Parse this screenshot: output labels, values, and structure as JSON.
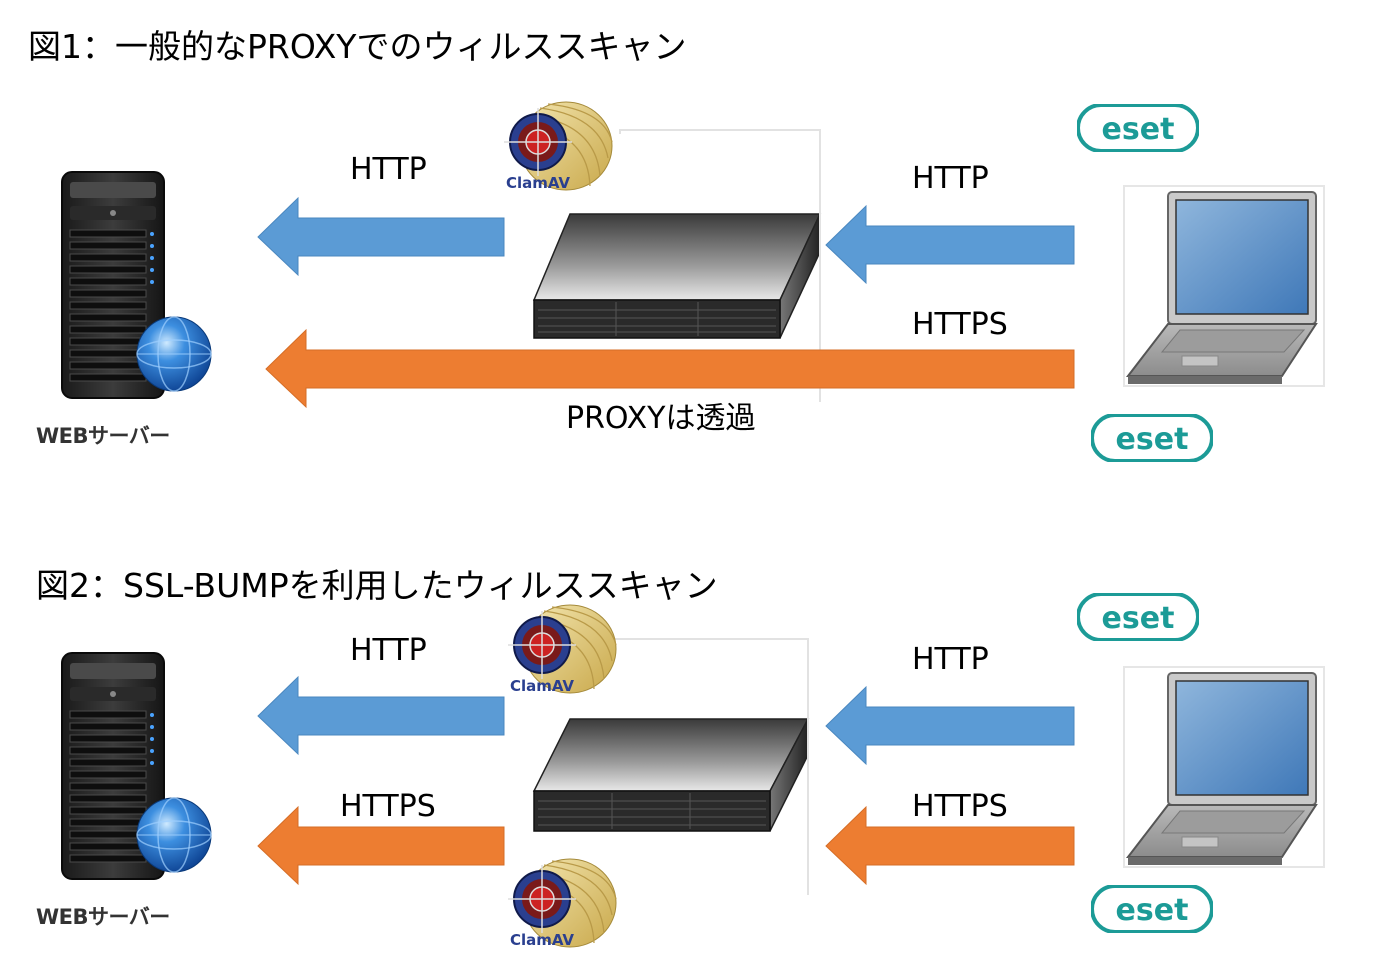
{
  "figures": [
    {
      "heading": "図1：一般的なPROXYでのウィルススキャン",
      "server_label": "WEBサーバー",
      "arrows": [
        {
          "label": "HTTP",
          "direction": "left",
          "color": "#5b9bd5"
        },
        {
          "label": "HTTP",
          "direction": "left",
          "color": "#5b9bd5"
        },
        {
          "label": "HTTPS",
          "direction": "left",
          "color": "#ed7d31"
        }
      ],
      "note": "PROXYは透過",
      "scanner_logo": "ClamAV",
      "client_logo": "eset"
    },
    {
      "heading": "図2：SSL-BUMPを利用したウィルススキャン",
      "server_label": "WEBサーバー",
      "arrows": [
        {
          "label": "HTTP",
          "direction": "left",
          "color": "#5b9bd5"
        },
        {
          "label": "HTTPS",
          "direction": "left",
          "color": "#ed7d31"
        },
        {
          "label": "HTTP",
          "direction": "left",
          "color": "#5b9bd5"
        },
        {
          "label": "HTTPS",
          "direction": "left",
          "color": "#ed7d31"
        }
      ],
      "scanner_logo": "ClamAV",
      "client_logo": "eset"
    }
  ]
}
